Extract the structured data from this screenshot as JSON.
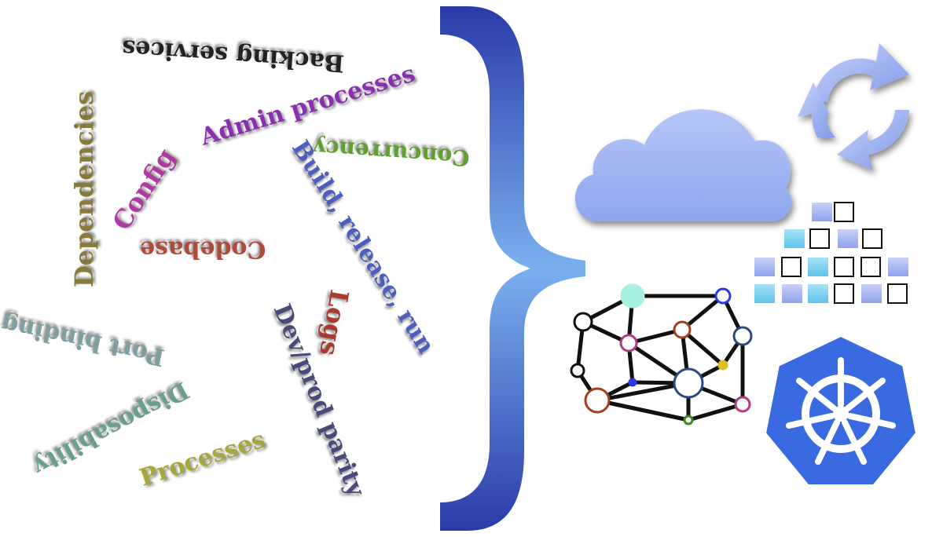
{
  "words": {
    "dependencies": "Dependencies",
    "backing_services": "Backing services",
    "admin_processes": "Admin processes",
    "config": "Config",
    "codebase": "Codebase",
    "concurrency": "Concurrency",
    "build_release_run": "Build, release, run",
    "logs": "Logs",
    "port_binding": "Port binding",
    "dev_prod_parity": "Dev/prod parity",
    "disposability": "Disposability",
    "processes": "Processes"
  },
  "colors": {
    "dependencies": "#8a7a3a",
    "backing_services": "#222222",
    "admin_processes": "#8a2fb0",
    "config": "#b03aa0",
    "codebase": "#b04a3a",
    "concurrency": "#5fa030",
    "build_release_run": "#4a5fc0",
    "logs": "#a83a2e",
    "port_binding": "#7fa0a0",
    "dev_prod_parity": "#4a4a7a",
    "disposability": "#6aa08a",
    "processes": "#a8a83a",
    "brace_top": "#2a3aa8",
    "brace_mid": "#7ab0f0",
    "cloud": "#9ab0f0",
    "kubernetes": "#3a6ae0"
  },
  "icons": [
    "brace-icon",
    "cloud-icon",
    "refresh-cycle-icon",
    "container-grid-icon",
    "network-graph-icon",
    "kubernetes-helm-icon"
  ]
}
